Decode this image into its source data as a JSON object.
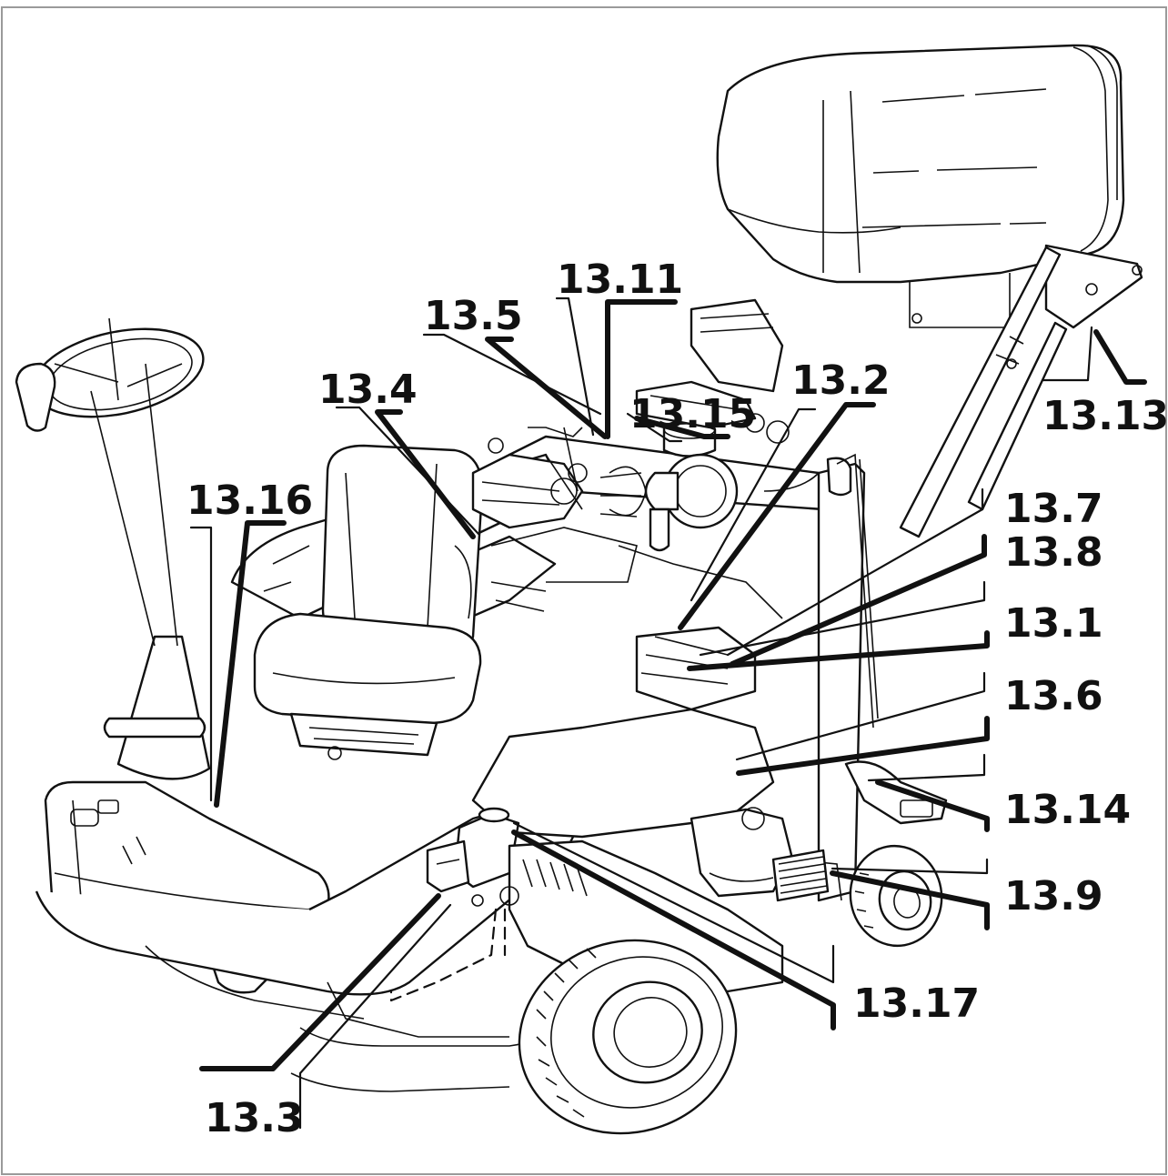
{
  "diagram": {
    "callouts": [
      {
        "id": "13.11",
        "label": "13.11"
      },
      {
        "id": "13.5",
        "label": "13.5"
      },
      {
        "id": "13.4",
        "label": "13.4"
      },
      {
        "id": "13.15",
        "label": "13.15"
      },
      {
        "id": "13.2",
        "label": "13.2"
      },
      {
        "id": "13.13",
        "label": "13.13"
      },
      {
        "id": "13.16",
        "label": "13.16"
      },
      {
        "id": "13.7",
        "label": "13.7"
      },
      {
        "id": "13.8",
        "label": "13.8"
      },
      {
        "id": "13.1",
        "label": "13.1"
      },
      {
        "id": "13.6",
        "label": "13.6"
      },
      {
        "id": "13.14",
        "label": "13.14"
      },
      {
        "id": "13.9",
        "label": "13.9"
      },
      {
        "id": "13.17",
        "label": "13.17"
      },
      {
        "id": "13.3",
        "label": "13.3"
      }
    ],
    "colors": {
      "ink": "#111111",
      "paper": "#ffffff",
      "frame": "#9a9a9a"
    }
  }
}
